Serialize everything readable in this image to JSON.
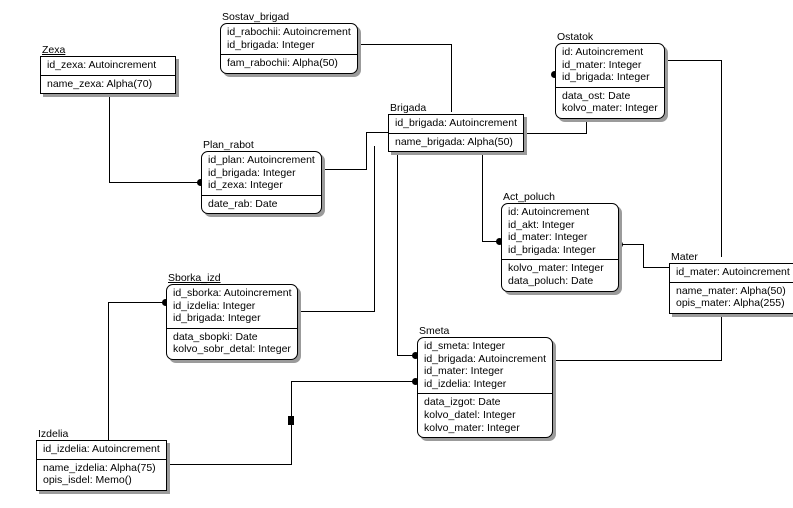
{
  "diagram": {
    "type": "entity-relationship-diagram",
    "title": "Database schema (brigade / production ER diagram)",
    "background_color": "#ffffff",
    "line_color": "#000000",
    "box_fill": "#ffffff",
    "box_border": "#000000",
    "shadow_color": "#9b9b9b"
  },
  "entities": [
    {
      "id": "zexa",
      "name": "Zexa",
      "key_fields": [
        "id_zexa: Autoincrement"
      ],
      "data_fields": [
        "name_zexa: Alpha(70)"
      ]
    },
    {
      "id": "sostav_brigad",
      "name": "Sostav_brigad",
      "key_fields": [
        "id_rabochii: Autoincrement",
        "id_brigada: Integer"
      ],
      "data_fields": [
        "fam_rabochii: Alpha(50)"
      ]
    },
    {
      "id": "ostatok",
      "name": "Ostatok",
      "key_fields": [
        "id: Autoincrement",
        "id_mater: Integer",
        "id_brigada: Integer"
      ],
      "data_fields": [
        "data_ost: Date",
        "kolvo_mater: Integer"
      ]
    },
    {
      "id": "brigada",
      "name": "Brigada",
      "key_fields": [
        "id_brigada: Autoincrement"
      ],
      "data_fields": [
        "name_brigada: Alpha(50)"
      ]
    },
    {
      "id": "plan_rabot",
      "name": "Plan_rabot",
      "key_fields": [
        "id_plan: Autoincrement",
        "id_brigada: Integer",
        "id_zexa: Integer"
      ],
      "data_fields": [
        "date_rab: Date"
      ]
    },
    {
      "id": "act_poluch",
      "name": "Act_poluch",
      "key_fields": [
        "id: Autoincrement",
        "id_akt: Integer",
        "id_mater: Integer",
        "id_brigada: Integer"
      ],
      "data_fields": [
        "kolvo_mater: Integer",
        "data_poluch: Date"
      ]
    },
    {
      "id": "mater",
      "name": "Mater",
      "key_fields": [
        "id_mater: Autoincrement"
      ],
      "data_fields": [
        "name_mater: Alpha(50)",
        "opis_mater: Alpha(255)"
      ]
    },
    {
      "id": "sborka_izd",
      "name": "Sborka_izd",
      "key_fields": [
        "id_sborka: Autoincrement",
        "id_izdelia: Integer",
        "id_brigada: Integer"
      ],
      "data_fields": [
        "data_sbopki: Date",
        "kolvo_sobr_detal: Integer"
      ]
    },
    {
      "id": "smeta",
      "name": "Smeta",
      "key_fields": [
        "id_smeta: Integer",
        "id_brigada: Autoincrement",
        "id_mater: Integer",
        "id_izdelia: Integer"
      ],
      "data_fields": [
        "data_izgot: Date",
        "kolvo_datel: Integer",
        "kolvo_mater: Integer"
      ]
    },
    {
      "id": "izdelia",
      "name": "Izdelia",
      "key_fields": [
        "id_izdelia: Autoincrement"
      ],
      "data_fields": [
        "name_izdelia: Alpha(75)",
        "opis_isdel: Memo()"
      ]
    }
  ],
  "relationships": [
    {
      "from": "zexa",
      "to": "plan_rabot",
      "via_field": "id_zexa"
    },
    {
      "from": "sostav_brigad",
      "to": "brigada",
      "via_field": "id_brigada"
    },
    {
      "from": "plan_rabot",
      "to": "brigada",
      "via_field": "id_brigada"
    },
    {
      "from": "brigada",
      "to": "ostatok",
      "via_field": "id_brigada"
    },
    {
      "from": "brigada",
      "to": "act_poluch",
      "via_field": "id_brigada"
    },
    {
      "from": "brigada",
      "to": "smeta",
      "via_field": "id_brigada"
    },
    {
      "from": "brigada",
      "to": "sborka_izd",
      "via_field": "id_brigada"
    },
    {
      "from": "ostatok",
      "to": "mater",
      "via_field": "id_mater"
    },
    {
      "from": "act_poluch",
      "to": "mater",
      "via_field": "id_mater"
    },
    {
      "from": "mater",
      "to": "smeta",
      "via_field": "id_mater"
    },
    {
      "from": "izdelia",
      "to": "sborka_izd",
      "via_field": "id_izdelia"
    },
    {
      "from": "izdelia",
      "to": "smeta",
      "via_field": "id_izdelia"
    }
  ]
}
